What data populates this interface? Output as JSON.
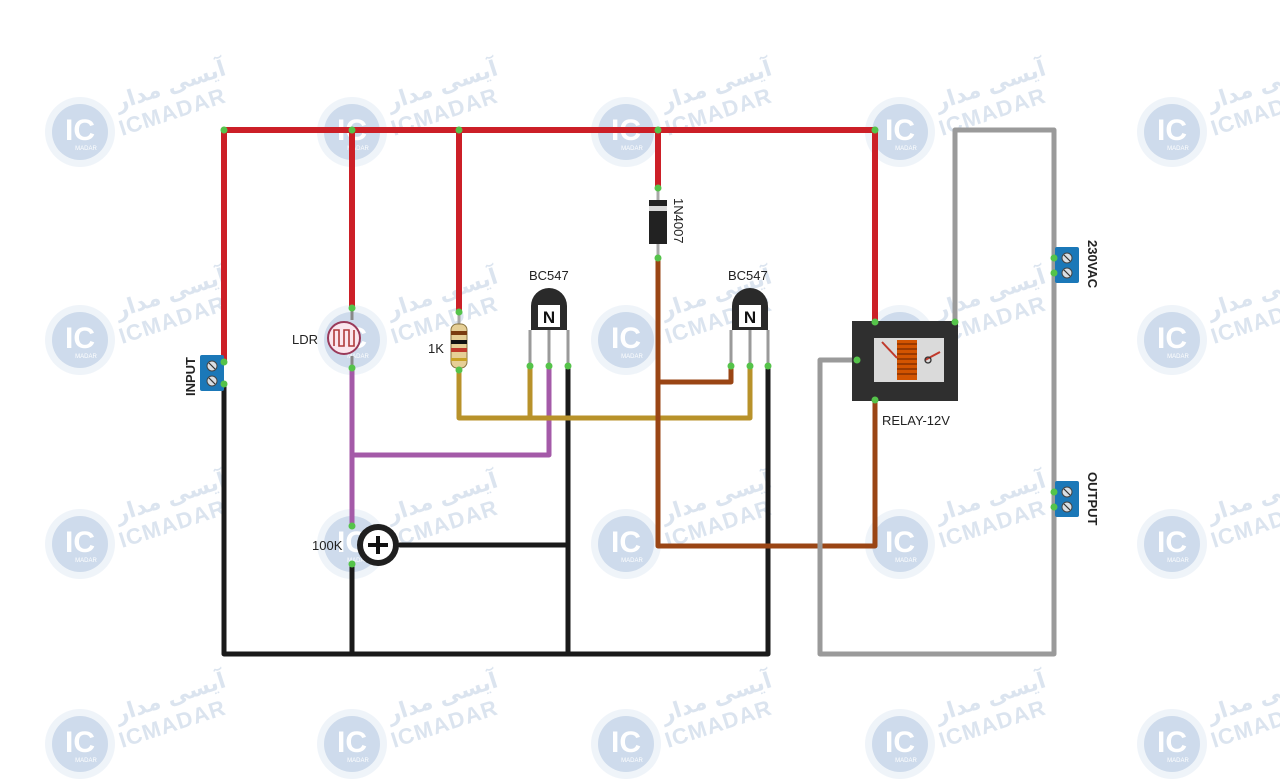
{
  "diagram": {
    "colors": {
      "positive": "#cc1f27",
      "ground": "#1a1a1a",
      "ldr_link": "#a45aa8",
      "base_link": "#b8922a",
      "collector_link": "#9a4514",
      "ac_wire": "#9a9a9a",
      "node": "#55c34a",
      "terminal": "#1b78b8",
      "watermark": "#d8e2ee"
    },
    "watermark": {
      "brand_en": "ICMADAR",
      "brand_fa": "آیسی مدار",
      "logo": "IC",
      "logo_sub": "MADAR"
    },
    "components": {
      "input_terminal": {
        "label": "INPUT"
      },
      "ldr": {
        "label": "LDR"
      },
      "resistor": {
        "label": "1K"
      },
      "transistor1": {
        "label": "BC547",
        "type_mark": "N"
      },
      "transistor2": {
        "label": "BC547",
        "type_mark": "N"
      },
      "diode": {
        "label": "1N4007"
      },
      "relay": {
        "label": "RELAY-12V"
      },
      "potentiometer": {
        "label": "100K"
      },
      "ac_terminal": {
        "label": "230VAC"
      },
      "output_terminal": {
        "label": "OUTPUT"
      }
    }
  }
}
